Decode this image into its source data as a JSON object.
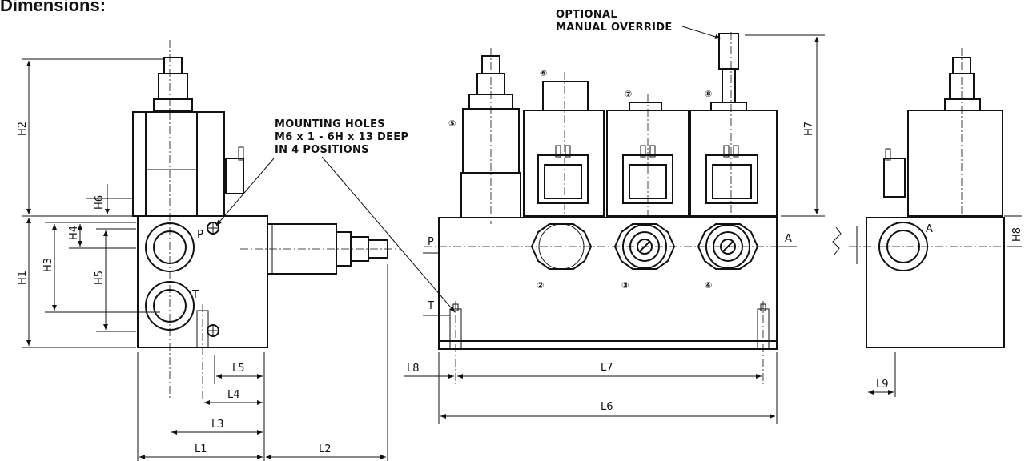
{
  "heading": "Dimensions:",
  "notes": {
    "mounting_line1": "MOUNTING HOLES",
    "mounting_line2": "M6 x 1 - 6H x 13 DEEP",
    "mounting_line3": "IN 4 POSITIONS",
    "override_line1": "OPTIONAL",
    "override_line2": "MANUAL OVERRIDE"
  },
  "dimensions": {
    "H1": "H1",
    "H2": "H2",
    "H3": "H3",
    "H4": "H4",
    "H5": "H5",
    "H6": "H6",
    "H7": "H7",
    "H8": "H8",
    "L1": "L1",
    "L2": "L2",
    "L3": "L3",
    "L4": "L4",
    "L5": "L5",
    "L6": "L6",
    "L7": "L7",
    "L8": "L8",
    "L9": "L9"
  },
  "ports": {
    "P": "P",
    "T": "T",
    "A": "A"
  },
  "item_numbers": {
    "n2": "②",
    "n3": "③",
    "n4": "④",
    "n5": "⑤",
    "n6": "⑥",
    "n7": "⑦",
    "n8": "⑧"
  }
}
